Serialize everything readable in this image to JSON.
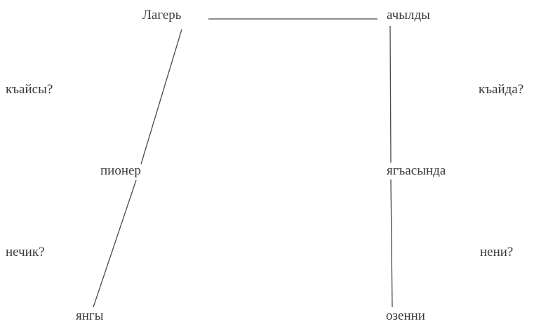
{
  "words": {
    "lager": "Лагерь",
    "achyldy": "ачылды",
    "kaysy_question": "къайсы?",
    "kayda_question": "къайда?",
    "pioner": "пионер",
    "yagasynda": "ягъасында",
    "nechik_question": "нечик?",
    "neni_question": "нени?",
    "yangy": "янгы",
    "ozenni": "озенни"
  },
  "colors": {
    "text": "#3a3a3a",
    "line": "#4a4a4a"
  }
}
